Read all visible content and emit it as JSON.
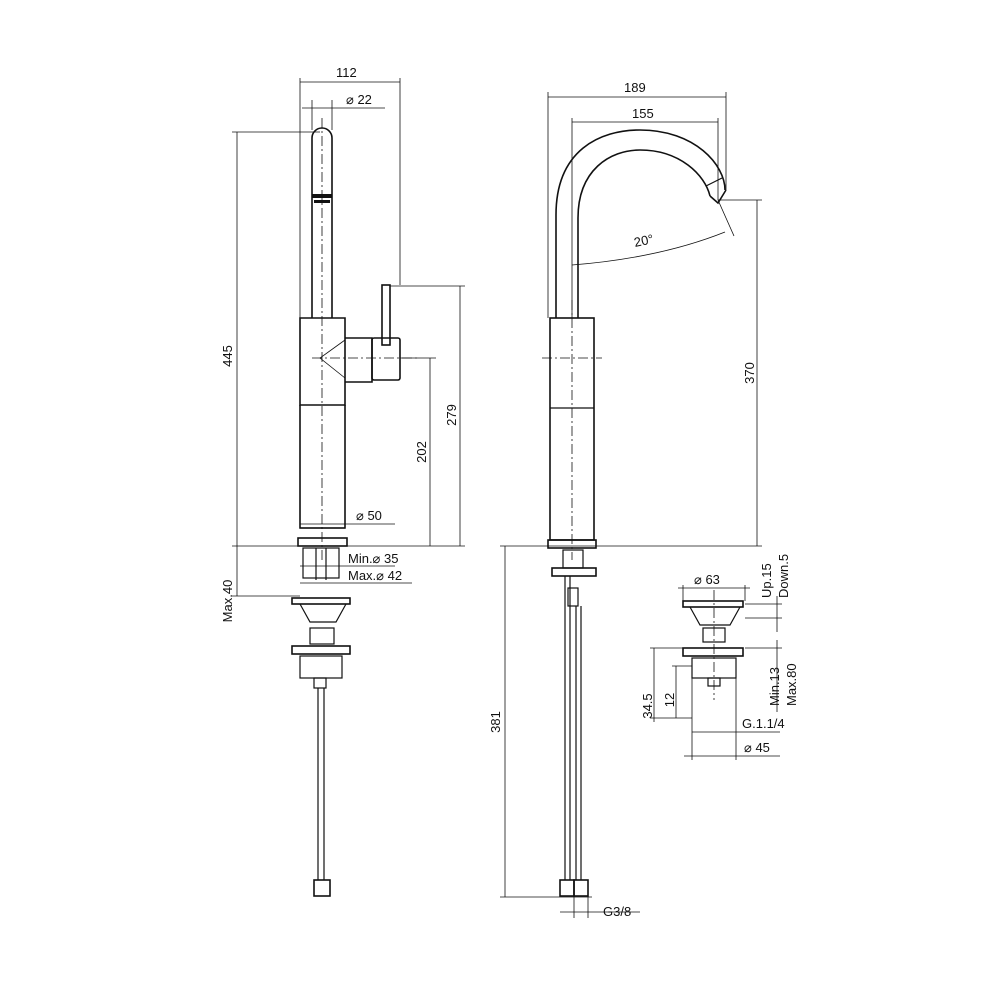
{
  "dimensions": {
    "top_width_left": "112",
    "diameter_22": "⌀ 22",
    "height_445": "445",
    "height_279": "279",
    "height_202": "202",
    "diameter_50": "⌀ 50",
    "min_diameter_35": "Min.⌀ 35",
    "max_diameter_42": "Max.⌀ 42",
    "max_40": "Max.40",
    "top_width_right": "189",
    "spout_reach": "155",
    "angle_20": "20°",
    "height_370": "370",
    "hose_381": "381",
    "diameter_63": "⌀ 63",
    "up_15": "Up.15",
    "down_5": "Down.5",
    "min_13": "Min.13",
    "max_80": "Max.80",
    "dim_34_5": "34.5",
    "dim_12": "12",
    "thread_g114": "G.1.1/4",
    "diameter_45": "⌀ 45",
    "thread_g38": "G3/8"
  }
}
